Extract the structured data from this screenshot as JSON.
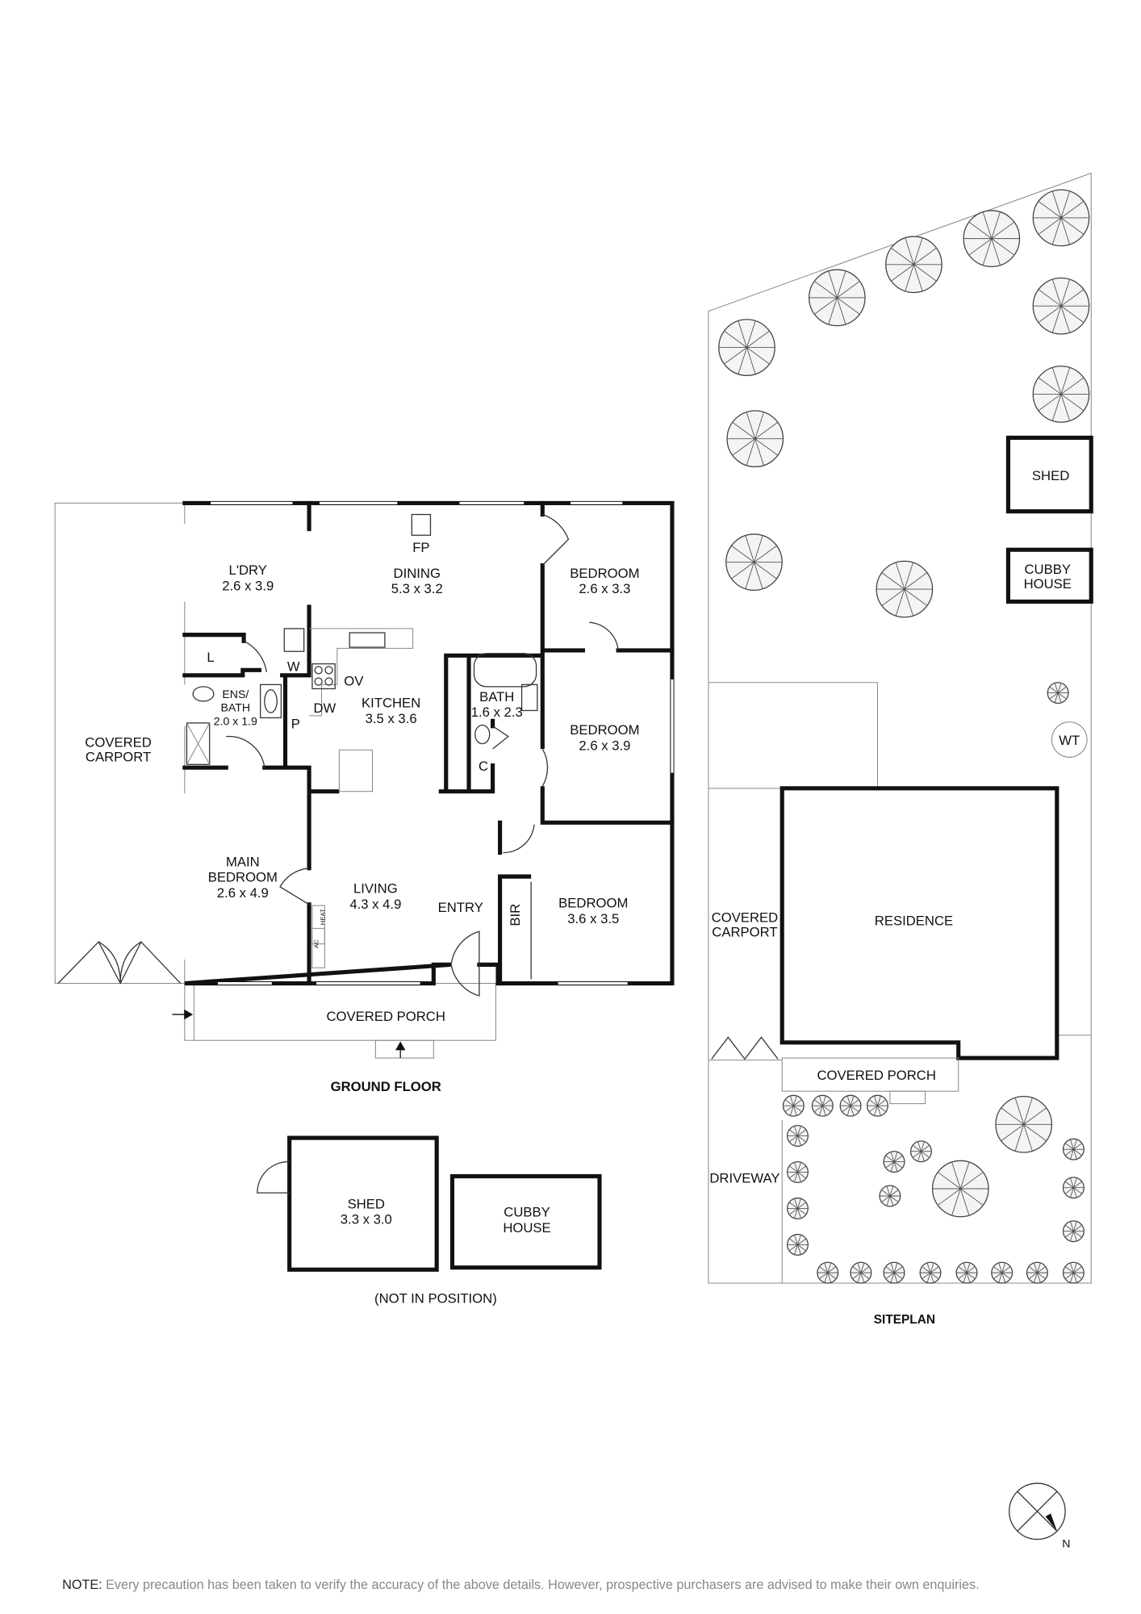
{
  "ground_floor": {
    "title": "GROUND FLOOR",
    "rooms": {
      "carport": [
        "COVERED",
        "CARPORT"
      ],
      "laundry": {
        "name": "L'DRY",
        "size": "2.6 x 3.9"
      },
      "dining": {
        "name": "DINING",
        "size": "5.3 x 3.2"
      },
      "fireplace": "FP",
      "bedroom_ne": {
        "name": "BEDROOM",
        "size": "2.6 x 3.3"
      },
      "linen": "L",
      "washer": "W",
      "oven": "OV",
      "dishwasher": "DW",
      "pantry": "P",
      "ensuite": {
        "name1": "ENS/",
        "name2": "BATH",
        "size": "2.0 x 1.9"
      },
      "kitchen": {
        "name": "KITCHEN",
        "size": "3.5 x 3.6"
      },
      "bath": {
        "name": "BATH",
        "size": "1.6 x 2.3"
      },
      "cupboard": "C",
      "bedroom_e": {
        "name": "BEDROOM",
        "size": "2.6 x 3.9"
      },
      "main_bedroom": {
        "name1": "MAIN",
        "name2": "BEDROOM",
        "size": "2.6 x 4.9"
      },
      "living": {
        "name": "LIVING",
        "size": "4.3 x 4.9"
      },
      "heat": "HEAT",
      "ac": "AC",
      "entry": "ENTRY",
      "bir": "BIR",
      "bedroom_se": {
        "name": "BEDROOM",
        "size": "3.6 x 3.5"
      },
      "porch": "COVERED PORCH"
    }
  },
  "outbuildings": {
    "shed": {
      "name": "SHED",
      "size": "3.3 x 3.0"
    },
    "cubby": [
      "CUBBY",
      "HOUSE"
    ],
    "note": "(NOT IN POSITION)"
  },
  "siteplan": {
    "title": "SITEPLAN",
    "shed": "SHED",
    "cubby": [
      "CUBBY",
      "HOUSE"
    ],
    "water_tank": "WT",
    "carport": [
      "COVERED",
      "CARPORT"
    ],
    "residence": "RESIDENCE",
    "porch": "COVERED PORCH",
    "driveway": "DRIVEWAY"
  },
  "compass": {
    "north": "N"
  },
  "footer": {
    "note_label": "NOTE:",
    "note_text": "Every precaution has been taken to verify the accuracy of the above details. However, prospective purchasers are advised to make their own enquiries."
  }
}
